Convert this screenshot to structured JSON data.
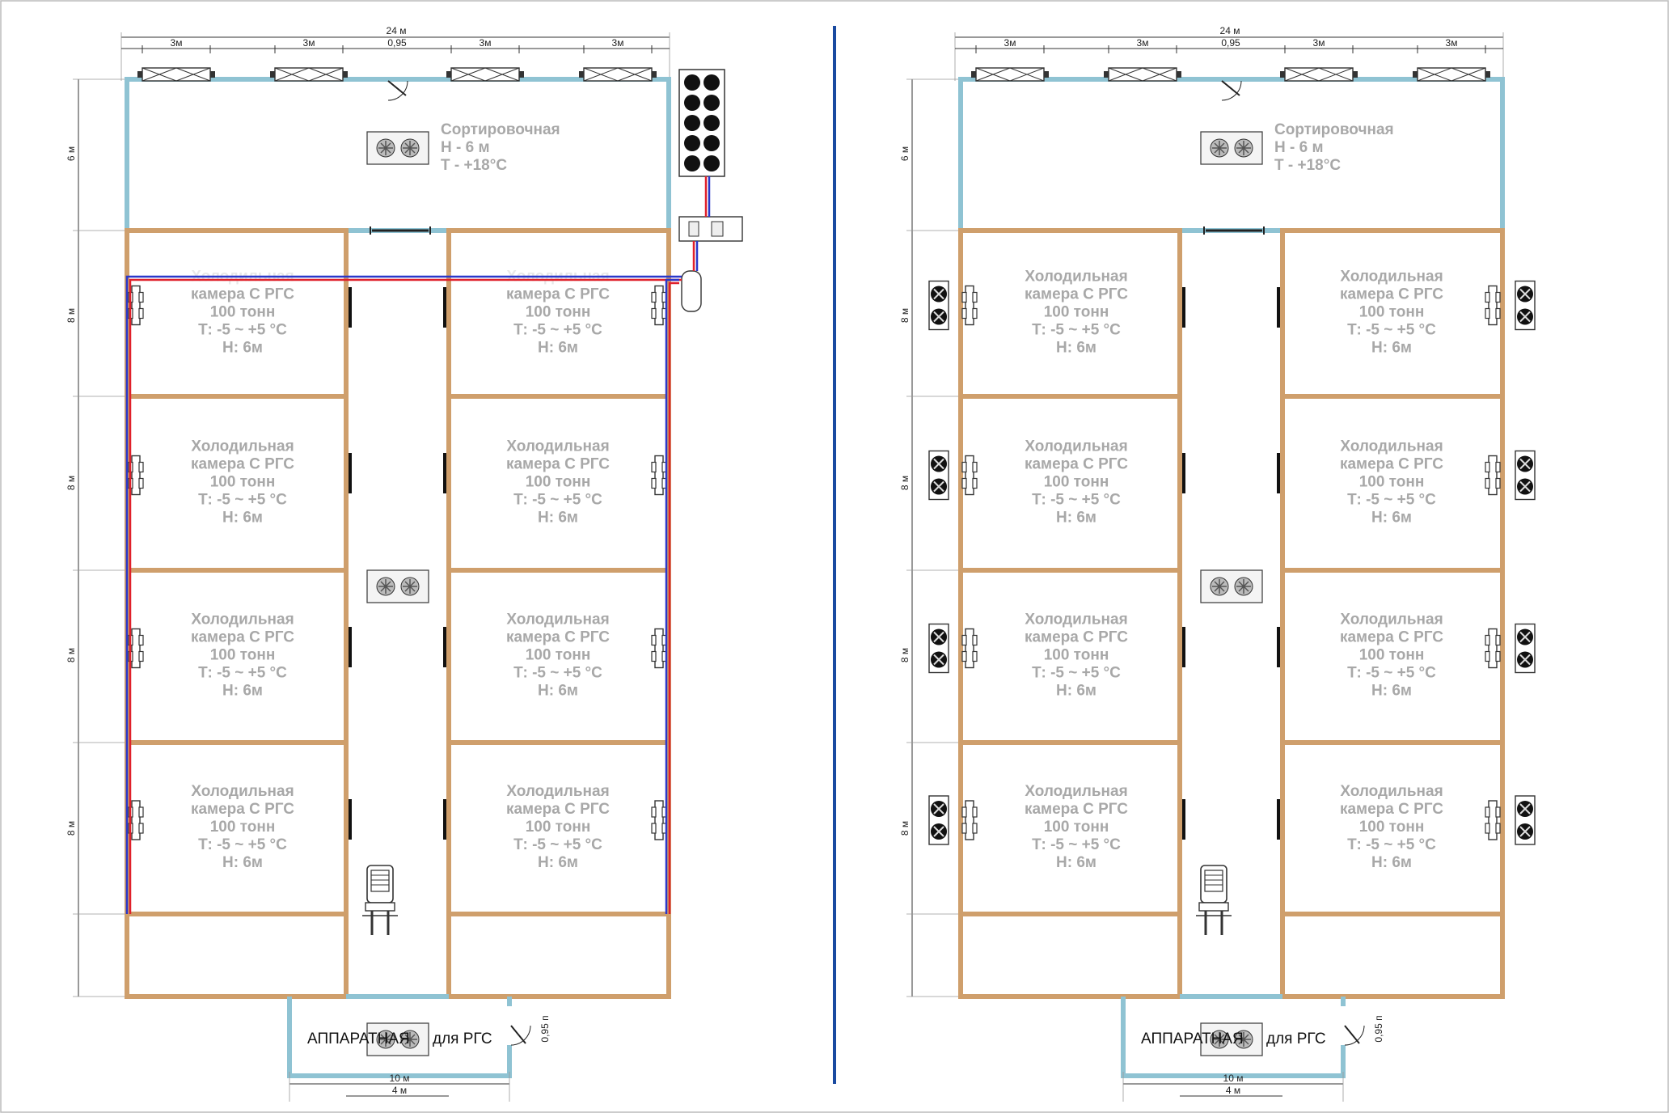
{
  "dims": {
    "total_width": "24 м",
    "window": "3м",
    "door": "0,95",
    "door_vertical": "0,95 п",
    "height_6": "6 м",
    "height_8": "8 м",
    "apparatus_width": "10 м",
    "apparatus_inner": "4 м"
  },
  "sorting_room": {
    "name": "Сортировочная",
    "height": "Н - 6 м",
    "temp": "Т - +18°С"
  },
  "chamber": {
    "title": "Холодильная",
    "line2": "камера  С РГС",
    "capacity": "100 тонн",
    "temp": "Т: -5 ~ +5 °С",
    "height": "Н: 6м"
  },
  "apparatus_room": {
    "name": "АППАРАТНАЯ",
    "suffix": "для  РГС"
  },
  "colors": {
    "wall_orange": "#cf9f6c",
    "wall_blue": "#8fc3d3",
    "pipe_red": "#e0202a",
    "pipe_blue": "#2a37c9",
    "divider": "#1a4aa0",
    "label_grey": "#a8a8a8"
  },
  "icons": [
    "fan-unit-icon",
    "condenser-icon",
    "compressor-icon",
    "receiver-tank-icon",
    "forklift-icon",
    "window-icon",
    "door-swing-icon",
    "evaporator-icon",
    "external-fan-unit-icon"
  ]
}
